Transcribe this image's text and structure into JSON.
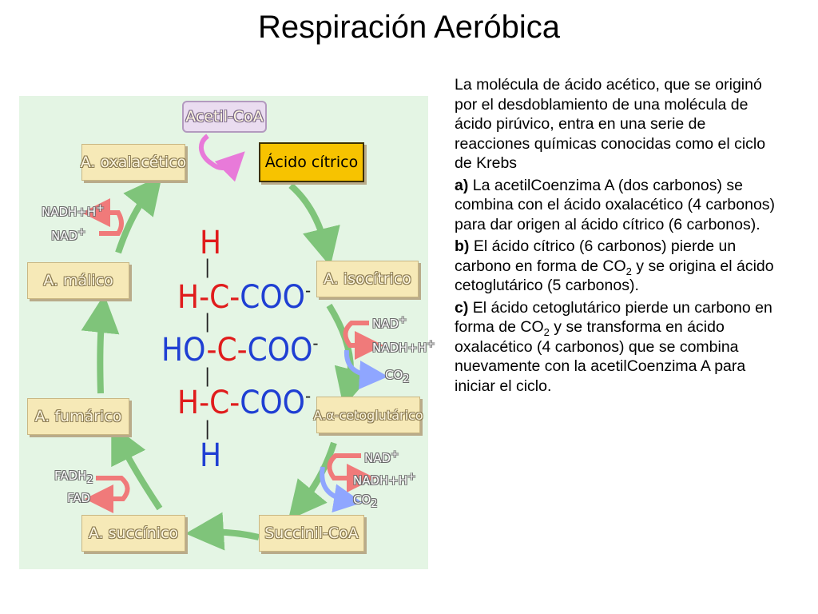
{
  "title": "Respiración Aeróbica",
  "diagram": {
    "nodes": {
      "acetil": "Acetil-CoA",
      "citrico": "Ácido cítrico",
      "oxalacetico": "A. oxalacético",
      "isocitrico": "A. isocítrico",
      "malico": "A. málico",
      "cetoglutarico": "A.α-cetoglutárico",
      "fumarico": "A. fumárico",
      "succinilcoa": "Succinil-CoA",
      "succinico": "A. succínico"
    },
    "labels": {
      "malico_nadh": "NADH+H",
      "malico_nadh_sup": "+",
      "malico_nad": "NAD",
      "malico_nad_sup": "+",
      "iso_nad": "NAD",
      "iso_nad_sup": "+",
      "iso_nadh": "NADH+H",
      "iso_nadh_sup": "+",
      "iso_co2": "CO",
      "iso_co2_sub": "2",
      "ceto_nad": "NAD",
      "ceto_nad_sup": "+",
      "ceto_nadh": "NADH+H",
      "ceto_nadh_sup": "+",
      "ceto_co2": "CO",
      "ceto_co2_sub": "2",
      "suc_fadh": "FADH",
      "suc_fadh_sub": "2",
      "suc_fad": "FAD"
    },
    "formula": {
      "top_h": "H",
      "bond": "|",
      "row1_h": "H",
      "row1_c": "-C-",
      "row1_coo": "COO",
      "row2_ho": "HO",
      "row2_c": "-C-",
      "row2_coo": "COO",
      "row3_h": "H",
      "row3_c": "-C-",
      "row3_coo": "COO",
      "charge": "-",
      "bottom_h": "H"
    },
    "colors": {
      "panel": "#e4f5e4",
      "cycle_arrow": "#7fc47a",
      "nad_arrow": "#f07a7a",
      "co2_arrow": "#8fa6ff",
      "acetil_arrow": "#e87ad9",
      "citrico": "#f7c300",
      "node": "#f6e9b7"
    }
  },
  "text": {
    "intro": "La molécula de ácido acético, que se originó por el desdoblamiento de una molécula de ácido pirúvico, entra en una serie de reacciones químicas conocidas como el ciclo de Krebs",
    "a_label": "a)",
    "a_text": " La acetilCoenzima A (dos carbonos) se combina con el ácido oxalacético (4 carbonos) para dar origen al ácido cítrico (6 carbonos).",
    "b_label": "b)",
    "b_text1": " El ácido cítrico (6 carbonos) pierde un carbono en forma de CO",
    "b_sub": "2",
    "b_text2": " y se origina el ácido cetoglutárico (5 carbonos).",
    "c_label": "c)",
    "c_text1": " El ácido cetoglutárico pierde un carbono en forma de CO",
    "c_sub": "2",
    "c_text2": " y se transforma en ácido oxalacético (4 carbonos) que se combina nuevamente con la acetilCoenzima A para iniciar el ciclo."
  }
}
